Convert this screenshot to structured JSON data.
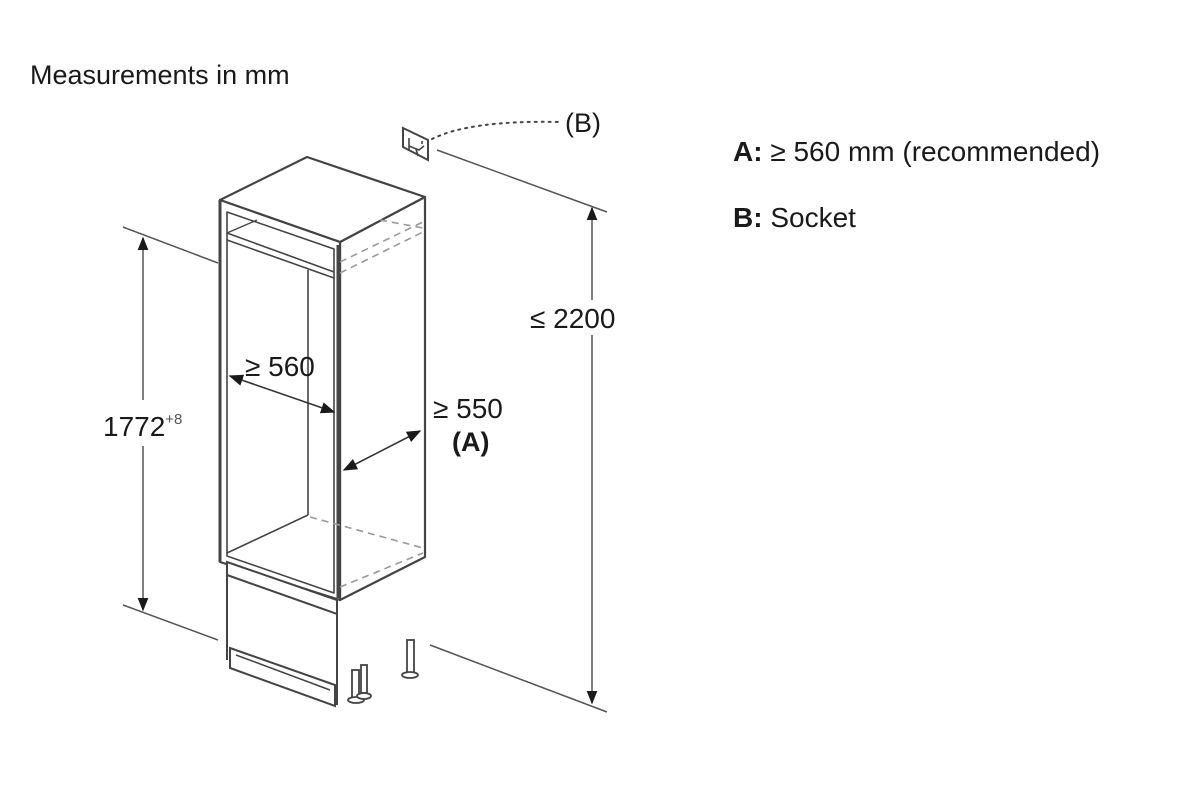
{
  "title": "Measurements in mm",
  "legend": [
    {
      "key": "A:",
      "text": "≥ 560 mm (recommended)"
    },
    {
      "key": "B:",
      "text": "Socket"
    }
  ],
  "dimensions": {
    "height_niche": "1772",
    "height_niche_tolerance": "+8",
    "width": "≥ 560",
    "depth": "≥ 550",
    "depth_ref": "(A)",
    "max_height": "≤ 2200",
    "socket_ref": "(B)"
  },
  "colors": {
    "line": "#555555",
    "text": "#1a1a1a"
  }
}
